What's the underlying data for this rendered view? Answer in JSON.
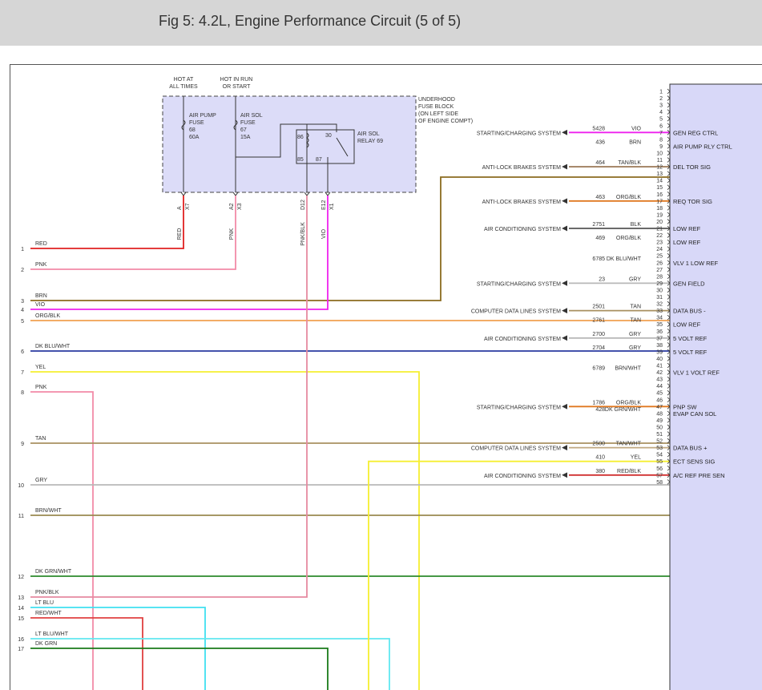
{
  "title": "Fig 5: 4.2L, Engine Performance Circuit (5 of 5)",
  "colors": {
    "RED": "#e02020",
    "PNK": "#f28aa8",
    "BRN": "#8b6b1e",
    "VIO": "#ee22ee",
    "ORG/BLK": "#f0a050",
    "DK BLU/WHT": "#2a3aa0",
    "YEL": "#f5ef30",
    "TAN": "#a89060",
    "GRY": "#b8b8b8",
    "BRN/WHT": "#9a8a50",
    "DK GRN/WHT": "#2c8a2c",
    "PNK/BLK": "#e58aa0",
    "LT BLU": "#40e0f0",
    "RED/WHT": "#e04040",
    "LT BLU/WHT": "#60e8f0",
    "DK GRN": "#1a7a1a",
    "BLK": "#555555",
    "TAN/BLK": "#a08060",
    "TAN/WHT": "#c0a880",
    "ORG/BLK2": "#e07820",
    "RED/BLK": "#d03030",
    "module": "#d8d8f8",
    "fuse_block": "#dcdcf8"
  },
  "fuse_block": {
    "label_lines": [
      "UNDERHOOD",
      "FUSE BLOCK",
      "(ON LEFT SIDE",
      "OF ENGINE COMPT)"
    ],
    "hot_at_all_times": [
      "HOT AT",
      "ALL TIMES"
    ],
    "hot_in_run": [
      "HOT IN RUN",
      "OR START"
    ],
    "air_pump_fuse": [
      "AIR PUMP",
      "FUSE",
      "68",
      "60A"
    ],
    "air_sol_fuse": [
      "AIR SOL",
      "FUSE",
      "67",
      "15A"
    ],
    "relay": [
      "AIR SOL",
      "RELAY 69"
    ],
    "relay_pins": [
      "86",
      "30",
      "85",
      "87"
    ],
    "connectors": [
      {
        "pin": "A",
        "conn": "X7",
        "wire": "RED"
      },
      {
        "pin": "A2",
        "conn": "X3",
        "wire": "PNK"
      },
      {
        "pin": "D12",
        "conn": "",
        "wire": "PNK/BLK"
      },
      {
        "pin": "E12",
        "conn": "X1",
        "wire": "VIO"
      }
    ]
  },
  "left_wires": [
    {
      "num": "1",
      "label": "RED",
      "color": "RED"
    },
    {
      "num": "2",
      "label": "PNK",
      "color": "PNK"
    },
    {
      "num": "3",
      "label": "BRN",
      "color": "BRN"
    },
    {
      "num": "4",
      "label": "VIO",
      "color": "VIO"
    },
    {
      "num": "5",
      "label": "ORG/BLK",
      "color": "ORG/BLK"
    },
    {
      "num": "6",
      "label": "DK BLU/WHT",
      "color": "DK BLU/WHT"
    },
    {
      "num": "7",
      "label": "YEL",
      "color": "YEL"
    },
    {
      "num": "8",
      "label": "PNK",
      "color": "PNK"
    },
    {
      "num": "9",
      "label": "TAN",
      "color": "TAN"
    },
    {
      "num": "10",
      "label": "GRY",
      "color": "GRY"
    },
    {
      "num": "11",
      "label": "BRN/WHT",
      "color": "BRN/WHT"
    },
    {
      "num": "12",
      "label": "DK GRN/WHT",
      "color": "DK GRN/WHT"
    },
    {
      "num": "13",
      "label": "PNK/BLK",
      "color": "PNK/BLK"
    },
    {
      "num": "14",
      "label": "LT BLU",
      "color": "LT BLU"
    },
    {
      "num": "15",
      "label": "RED/WHT",
      "color": "RED/WHT"
    },
    {
      "num": "16",
      "label": "LT BLU/WHT",
      "color": "LT BLU/WHT"
    },
    {
      "num": "17",
      "label": "DK GRN",
      "color": "DK GRN"
    }
  ],
  "pcm_pins": [
    {
      "pin": 7,
      "name": "GEN REG CTRL",
      "circuit": "5428",
      "wire": "VIO",
      "system": "STARTING/CHARGING SYSTEM"
    },
    {
      "pin": 9,
      "name": "AIR PUMP RLY CTRL",
      "circuit": "436",
      "wire": "BRN",
      "system": ""
    },
    {
      "pin": 12,
      "name": "DEL TOR SIG",
      "circuit": "464",
      "wire": "TAN/BLK",
      "system": "ANTI-LOCK BRAKES SYSTEM"
    },
    {
      "pin": 17,
      "name": "REQ TOR SIG",
      "circuit": "463",
      "wire": "ORG/BLK",
      "system": "ANTI-LOCK BRAKES SYSTEM"
    },
    {
      "pin": 21,
      "name": "LOW REF",
      "circuit": "2751",
      "wire": "BLK",
      "system": "AIR CONDITIONING SYSTEM"
    },
    {
      "pin": 23,
      "name": "LOW REF",
      "circuit": "469",
      "wire": "ORG/BLK",
      "system": ""
    },
    {
      "pin": 26,
      "name": "VLV 1 LOW REF",
      "circuit": "6785",
      "wire": "DK BLU/WHT",
      "system": ""
    },
    {
      "pin": 29,
      "name": "GEN FIELD",
      "circuit": "23",
      "wire": "GRY",
      "system": "STARTING/CHARGING SYSTEM"
    },
    {
      "pin": 33,
      "name": "DATA BUS -",
      "circuit": "2501",
      "wire": "TAN",
      "system": "COMPUTER DATA LINES SYSTEM"
    },
    {
      "pin": 35,
      "name": "LOW REF",
      "circuit": "2761",
      "wire": "TAN",
      "system": ""
    },
    {
      "pin": 37,
      "name": "5 VOLT REF",
      "circuit": "2700",
      "wire": "GRY",
      "system": "AIR CONDITIONING SYSTEM"
    },
    {
      "pin": 39,
      "name": "5 VOLT REF",
      "circuit": "2704",
      "wire": "GRY",
      "system": ""
    },
    {
      "pin": 42,
      "name": "VLV 1 VOLT REF",
      "circuit": "6789",
      "wire": "BRN/WHT",
      "system": ""
    },
    {
      "pin": 47,
      "name": "PNP SW",
      "circuit": "1786",
      "wire": "ORG/BLK",
      "system": "STARTING/CHARGING SYSTEM"
    },
    {
      "pin": 48,
      "name": "EVAP CAN SOL",
      "circuit": "428",
      "wire": "DK GRN/WHT",
      "system": ""
    },
    {
      "pin": 53,
      "name": "DATA BUS +",
      "circuit": "2500",
      "wire": "TAN/WHT",
      "system": "COMPUTER DATA LINES SYSTEM"
    },
    {
      "pin": 55,
      "name": "ECT SENS SIG",
      "circuit": "410",
      "wire": "YEL",
      "system": ""
    },
    {
      "pin": 57,
      "name": "A/C REF PRE SEN",
      "circuit": "380",
      "wire": "RED/BLK",
      "system": "AIR CONDITIONING SYSTEM"
    }
  ],
  "pin_count": 58
}
